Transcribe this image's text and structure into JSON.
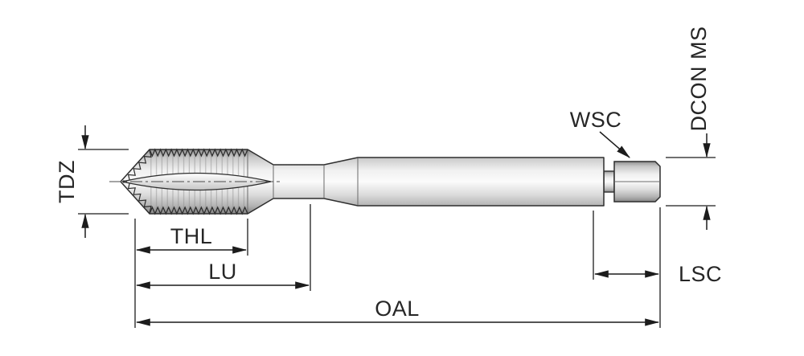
{
  "labels": {
    "tdz": "TDZ",
    "thl": "THL",
    "lu": "LU",
    "oal": "OAL",
    "wsc": "WSC",
    "dcon_ms": "DCON MS",
    "lsc": "LSC"
  },
  "colors": {
    "dimension_line": "#1c1c1c",
    "label_text": "#262626",
    "outline": "#2e2e2e",
    "background": "#ffffff"
  }
}
